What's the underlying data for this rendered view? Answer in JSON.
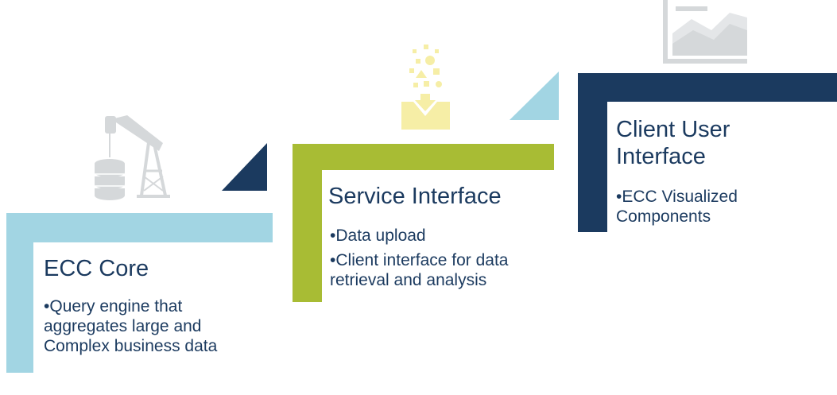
{
  "steps": [
    {
      "title": "ECC Core",
      "bullets": [
        "Query engine that aggregates large and Complex business data"
      ],
      "color": "#a2d5e3",
      "icon": "oil-pump-database-icon"
    },
    {
      "title": "Service Interface",
      "bullets": [
        "Data upload",
        "Client interface for data retrieval and analysis"
      ],
      "color": "#a8bc34",
      "icon": "data-inbox-icon"
    },
    {
      "title": "Client User Interface",
      "bullets": [
        "ECC Visualized Components"
      ],
      "color": "#1b3a5f",
      "icon": "area-chart-icon"
    }
  ],
  "colors": {
    "text": "#1b3a5f",
    "icon_gray": "#d5d8da",
    "icon_yellow": "#f6eea6"
  }
}
